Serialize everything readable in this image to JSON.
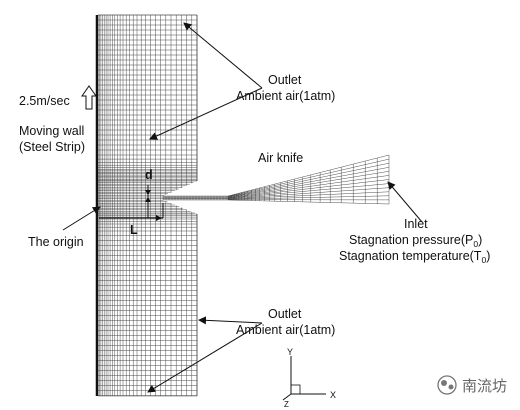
{
  "labels": {
    "outlet_top": "Outlet",
    "ambient_top": "Ambient air(1atm)",
    "speed": "2.5m/sec",
    "moving_wall": "Moving wall",
    "steel_strip": "(Steel Strip)",
    "air_knife": "Air knife",
    "dim_d": "d",
    "dim_L": "L",
    "origin": "The origin",
    "inlet": "Inlet",
    "stag_pressure": "Stagnation pressure(P",
    "stag_pressure_sub": "0",
    "stag_pressure_end": ")",
    "stag_temp": "Stagnation temperature(T",
    "stag_temp_sub": "0",
    "stag_temp_end": ")",
    "outlet_bottom": "Outlet",
    "ambient_bottom": "Ambient air(1atm)",
    "axis_y": "Y",
    "axis_x": "X",
    "axis_z": "Z"
  },
  "watermark": {
    "text": "南流坊"
  },
  "colors": {
    "mesh": "#3a3a3a",
    "text": "#111111",
    "watermark": "#6f6f6f"
  }
}
